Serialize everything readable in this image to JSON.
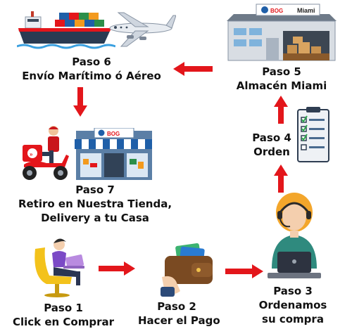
{
  "steps": {
    "step1": {
      "title": "Paso 1",
      "desc": "Click en Comprar"
    },
    "step2": {
      "title": "Paso 2",
      "desc": "Hacer el Pago"
    },
    "step3": {
      "title": "Paso 3",
      "desc_line1": "Ordenamos",
      "desc_line2": "su compra"
    },
    "step4": {
      "title": "Paso 4",
      "desc": "Orden"
    },
    "step5": {
      "title": "Paso 5",
      "desc": "Almacén Miami"
    },
    "step6": {
      "title": "Paso 6",
      "desc": "Envío Marítimo ó Aéreo"
    },
    "step7": {
      "title": "Paso 7",
      "desc_line1": "Retiro en Nuestra Tienda,",
      "desc_line2": "Delivery a tu Casa"
    }
  },
  "warehouse_sign": {
    "brand": "BOG",
    "city": "Miami"
  },
  "store_sign": {
    "brand": "BOG"
  },
  "icons": [
    "cargo-ship-icon",
    "airplane-icon",
    "warehouse-icon",
    "checklist-icon",
    "agent-icon",
    "wallet-icon",
    "shopper-icon",
    "delivery-scooter-icon",
    "store-icon"
  ],
  "colors": {
    "arrow": "#e3161b",
    "text": "#111111",
    "accent_blue": "#1f5fa8",
    "accent_orange": "#f39a1e"
  }
}
